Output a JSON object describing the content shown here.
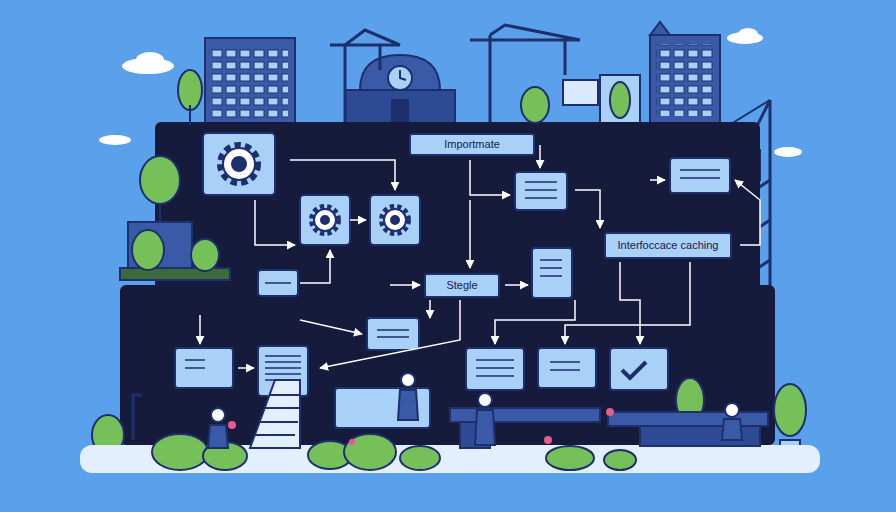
{
  "diagram": {
    "nodes": [
      {
        "text": [
          "Importmate"
        ]
      },
      {
        "text": [
          "Stegle"
        ]
      },
      {
        "text": [
          "Interfoccace caching"
        ]
      }
    ]
  }
}
